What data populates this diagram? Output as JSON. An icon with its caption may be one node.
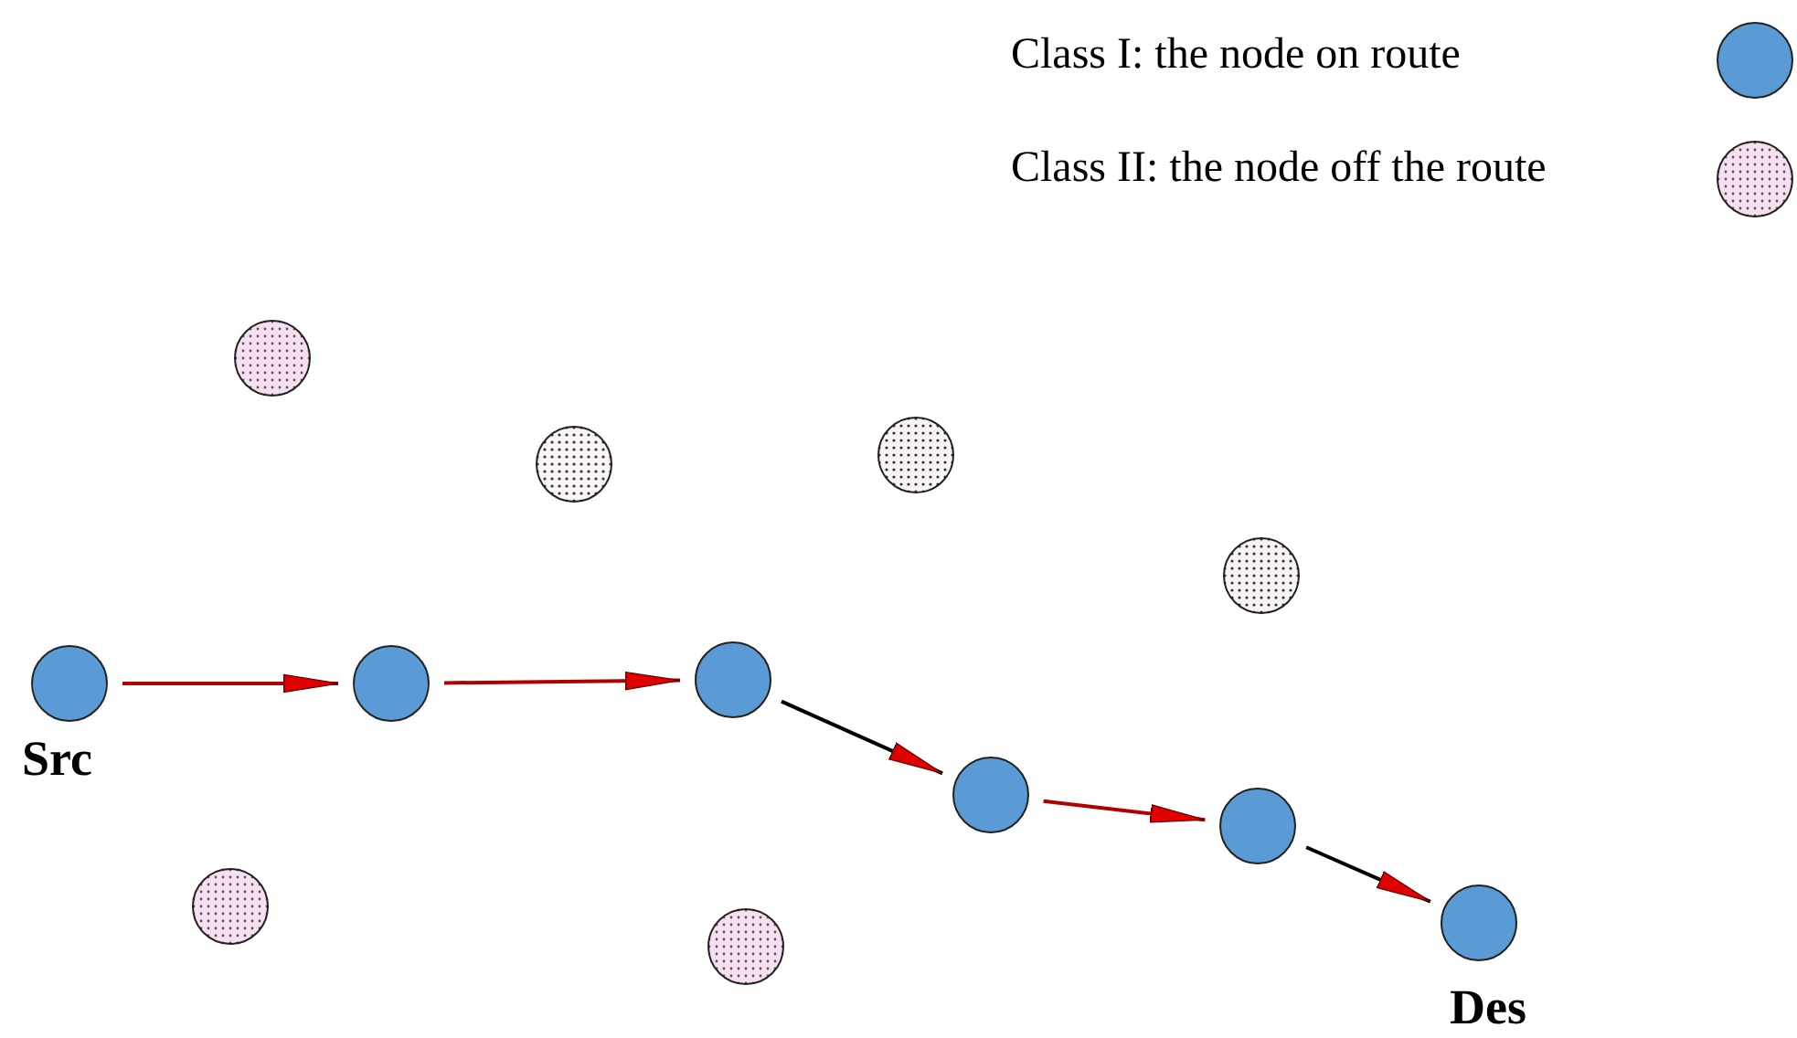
{
  "diagram": {
    "nodes": [
      {
        "text": [],
        "shape": "circle",
        "beside": [
          "Src"
        ]
      },
      {
        "text": [],
        "shape": "circle"
      },
      {
        "text": [],
        "shape": "circle"
      },
      {
        "text": [],
        "shape": "circle"
      },
      {
        "text": [],
        "shape": "circle"
      },
      {
        "text": [],
        "shape": "circle",
        "beside": [
          "Des"
        ]
      },
      {
        "text": [],
        "shape": "circle"
      },
      {
        "text": [],
        "shape": "circle"
      },
      {
        "text": [],
        "shape": "circle"
      },
      {
        "text": [],
        "shape": "circle"
      },
      {
        "text": [],
        "shape": "circle"
      },
      {
        "text": [],
        "shape": "circle"
      }
    ],
    "edges": [
      {
        "from": 0,
        "to": 1,
        "arrow": "to"
      },
      {
        "from": 1,
        "to": 2,
        "arrow": "to"
      },
      {
        "from": 2,
        "to": 3,
        "arrow": "to",
        "color": "#000000"
      },
      {
        "from": 3,
        "to": 4,
        "arrow": "to"
      },
      {
        "from": 4,
        "to": 5,
        "arrow": "to",
        "color": "#000000"
      }
    ],
    "legend": [
      {
        "text": "Class I: the node on route"
      },
      {
        "text": "Class II: the node off the route"
      }
    ]
  }
}
